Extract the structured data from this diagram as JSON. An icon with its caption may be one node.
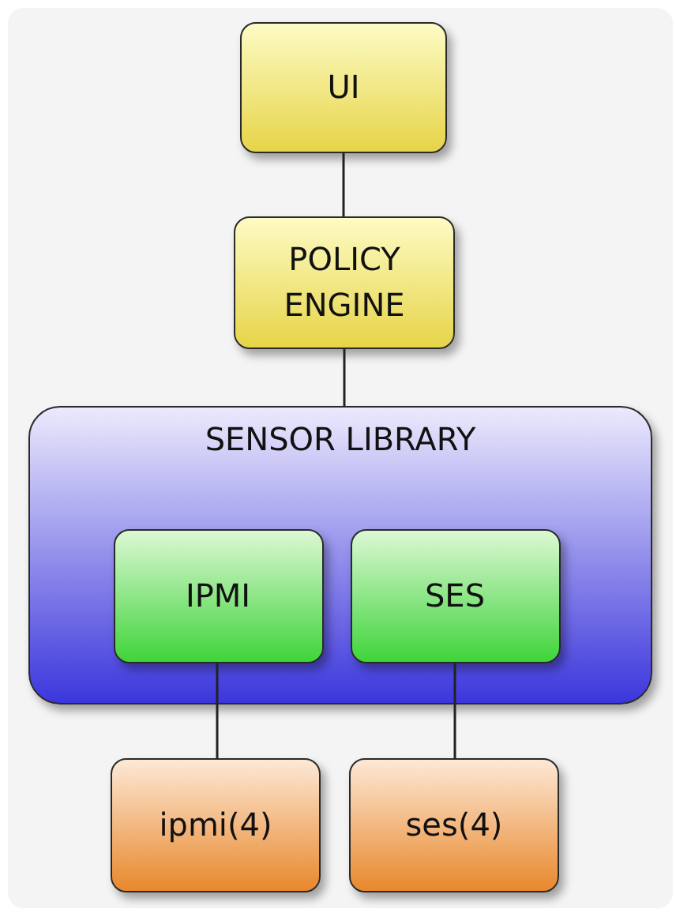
{
  "diagram": {
    "nodes": [
      {
        "text": [
          "UI"
        ]
      },
      {
        "text": [
          "POLICY ENGINE"
        ]
      },
      {
        "text": [
          "SENSOR LIBRARY"
        ]
      },
      {
        "text": [
          "IPMI"
        ],
        "in": 2
      },
      {
        "text": [
          "SES"
        ],
        "in": 2
      },
      {
        "text": [
          "ipmi(4)"
        ]
      },
      {
        "text": [
          "ses(4)"
        ]
      }
    ],
    "edges": [
      {
        "from": 0,
        "to": 1,
        "arrow": "none"
      },
      {
        "from": 1,
        "to": 2,
        "arrow": "none"
      },
      {
        "from": 3,
        "to": 5,
        "arrow": "none"
      },
      {
        "from": 4,
        "to": 6,
        "arrow": "none"
      }
    ]
  }
}
